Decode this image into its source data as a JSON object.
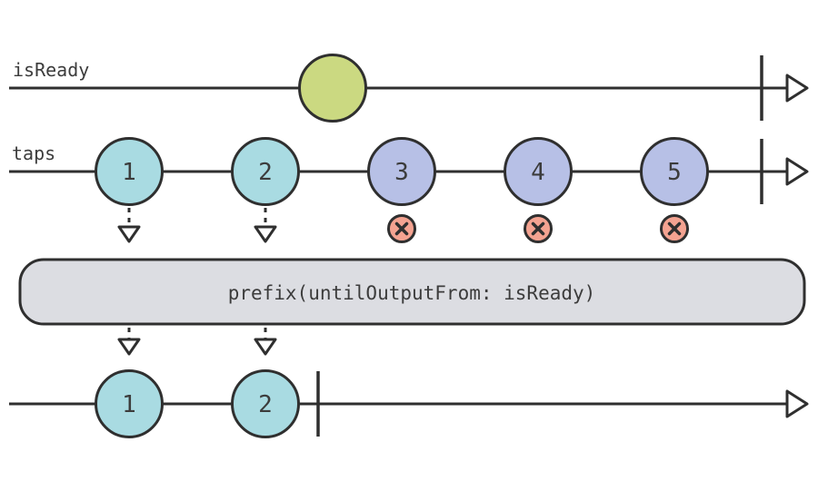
{
  "colors": {
    "background": "#ffffff",
    "stroke": "#2f2f2f",
    "text": "#3c3c3c",
    "ready_marble": "#cbd981",
    "kept_marble": "#a9dbe2",
    "dropped_marble": "#b7c0e6",
    "error_badge": "#f4a391",
    "operator_box": "#dcdde2",
    "arrowhead_fill": "#ffffff"
  },
  "diagram": {
    "is_ready_stream": {
      "label": "isReady",
      "events": [
        ""
      ]
    },
    "taps_stream": {
      "label": "taps",
      "events": [
        "1",
        "2",
        "3",
        "4",
        "5"
      ]
    },
    "operator": {
      "label": "prefix(untilOutputFrom: isReady)"
    },
    "output_stream": {
      "events": [
        "1",
        "2"
      ]
    }
  }
}
